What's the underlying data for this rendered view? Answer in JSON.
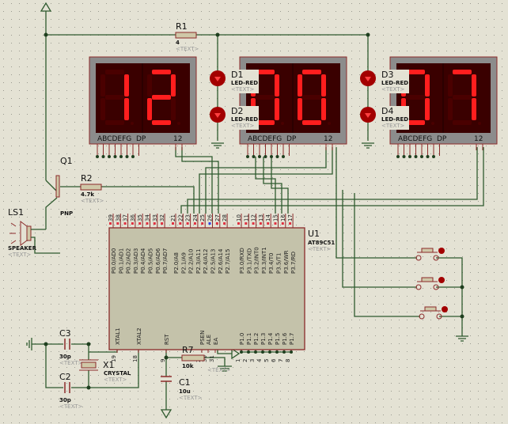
{
  "colors": {
    "background": "#e4e2d4",
    "wire": "#2e5a2e",
    "segment_on": "#ff1e1e",
    "segment_off": "#4a0000",
    "chip_body": "#c4c2aa",
    "led": "#a30000"
  },
  "placeholder_text": "<TEXT>",
  "displays": [
    {
      "digits": "12",
      "pin_labels": "ABCDEFG  DP",
      "digit_pins": "12"
    },
    {
      "digits": "00",
      "pin_labels": "ABCDEFG  DP",
      "digit_pins": "12"
    },
    {
      "digits": "07",
      "pin_labels": "ABCDEFG  DP",
      "digit_pins": "12"
    }
  ],
  "components": {
    "r1": {
      "ref": "R1",
      "value": "4"
    },
    "r2": {
      "ref": "R2",
      "value": "4.7k"
    },
    "r7": {
      "ref": "R7",
      "value": "10k"
    },
    "q1": {
      "ref": "Q1",
      "value": "PNP"
    },
    "ls1": {
      "ref": "LS1",
      "value": "SPEAKER"
    },
    "d1": {
      "ref": "D1",
      "value": "LED-RED"
    },
    "d2": {
      "ref": "D2",
      "value": "LED-RED"
    },
    "d3": {
      "ref": "D3",
      "value": "LED-RED"
    },
    "d4": {
      "ref": "D4",
      "value": "LED-RED"
    },
    "c1": {
      "ref": "C1",
      "value": "10u"
    },
    "c2": {
      "ref": "C2",
      "value": "30p"
    },
    "c3": {
      "ref": "C3",
      "value": "30p"
    },
    "x1": {
      "ref": "X1",
      "value": "CRYSTAL"
    },
    "u1": {
      "ref": "U1",
      "value": "AT89C51"
    }
  },
  "u1_pins": {
    "top": [
      {
        "num": "39",
        "name": "P0.0/AD0"
      },
      {
        "num": "38",
        "name": "P0.1/AD1"
      },
      {
        "num": "37",
        "name": "P0.2/AD2"
      },
      {
        "num": "36",
        "name": "P0.3/AD3"
      },
      {
        "num": "35",
        "name": "P0.4/AD4"
      },
      {
        "num": "34",
        "name": "P0.5/AD5"
      },
      {
        "num": "33",
        "name": "P0.6/AD6"
      },
      {
        "num": "32",
        "name": "P0.7/AD7"
      },
      {
        "num": "21",
        "name": "P2.0/A8"
      },
      {
        "num": "22",
        "name": "P2.1/A9"
      },
      {
        "num": "23",
        "name": "P2.2/A10"
      },
      {
        "num": "24",
        "name": "P2.3/A11"
      },
      {
        "num": "25",
        "name": "P2.4/A12"
      },
      {
        "num": "26",
        "name": "P2.5/A13"
      },
      {
        "num": "27",
        "name": "P2.6/A14"
      },
      {
        "num": "28",
        "name": "P2.7/A15"
      },
      {
        "num": "10",
        "name": "P3.0/RXD"
      },
      {
        "num": "11",
        "name": "P3.1/TXD"
      },
      {
        "num": "12",
        "name": "P3.2/INT0"
      },
      {
        "num": "13",
        "name": "P3.3/INT1"
      },
      {
        "num": "14",
        "name": "P3.4/T0"
      },
      {
        "num": "15",
        "name": "P3.5/T1"
      },
      {
        "num": "16",
        "name": "P3.6/WR"
      },
      {
        "num": "17",
        "name": "P3.7/RD"
      }
    ],
    "bottom": [
      {
        "num": "19",
        "name": "XTAL1"
      },
      {
        "num": "18",
        "name": "XTAL2"
      },
      {
        "num": "9",
        "name": "RST"
      },
      {
        "num": "29",
        "name": "PSEN"
      },
      {
        "num": "30",
        "name": "ALE"
      },
      {
        "num": "31",
        "name": "EA"
      },
      {
        "num": "1",
        "name": "P1.0"
      },
      {
        "num": "2",
        "name": "P1.1"
      },
      {
        "num": "3",
        "name": "P1.2"
      },
      {
        "num": "4",
        "name": "P1.3"
      },
      {
        "num": "5",
        "name": "P1.4"
      },
      {
        "num": "6",
        "name": "P1.5"
      },
      {
        "num": "7",
        "name": "P1.6"
      },
      {
        "num": "8",
        "name": "P1.7"
      }
    ]
  }
}
